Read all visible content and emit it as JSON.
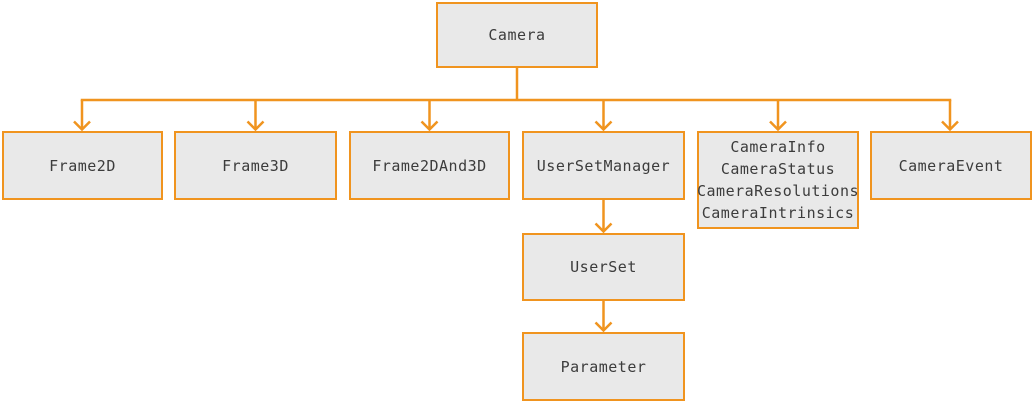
{
  "diagram": {
    "colors": {
      "accent_orange": "#f0941f",
      "node_fill": "#e9e9e9",
      "node_text": "#3c3c3c",
      "background": "#ffffff"
    },
    "nodes": {
      "camera": {
        "label": "Camera"
      },
      "frame2d": {
        "label": "Frame2D"
      },
      "frame3d": {
        "label": "Frame3D"
      },
      "frame2dand3d": {
        "label": "Frame2DAnd3D"
      },
      "usersetmanager": {
        "label": "UserSetManager"
      },
      "camerainfo_group": {
        "label": "CameraInfo\nCameraStatus\nCameraResolutions\nCameraIntrinsics"
      },
      "cameraevent": {
        "label": "CameraEvent"
      },
      "userset": {
        "label": "UserSet"
      },
      "parameter": {
        "label": "Parameter"
      }
    },
    "edges": [
      {
        "from": "camera",
        "to": "frame2d"
      },
      {
        "from": "camera",
        "to": "frame3d"
      },
      {
        "from": "camera",
        "to": "frame2dand3d"
      },
      {
        "from": "camera",
        "to": "usersetmanager"
      },
      {
        "from": "camera",
        "to": "camerainfo_group"
      },
      {
        "from": "camera",
        "to": "cameraevent"
      },
      {
        "from": "usersetmanager",
        "to": "userset"
      },
      {
        "from": "userset",
        "to": "parameter"
      }
    ]
  }
}
